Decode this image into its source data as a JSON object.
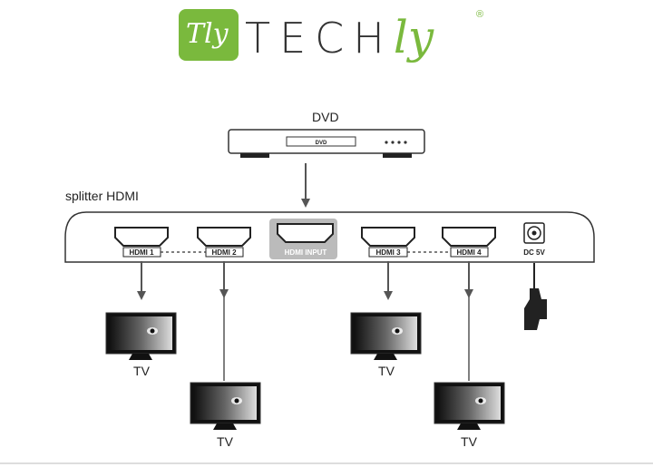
{
  "logo": {
    "mark_text": "Tly",
    "wordmark_main": "TECH",
    "wordmark_accent": "ly",
    "registered": "®",
    "brand_green": "#7ab93d"
  },
  "diagram": {
    "source_label": "DVD",
    "source_panel_text": "DVD",
    "splitter_label": "splitter HDMI",
    "ports": [
      "HDMI 1",
      "HDMI 2",
      "HDMI INPUT",
      "HDMI 3",
      "HDMI 4"
    ],
    "power_label": "DC 5V",
    "tv_label": "TV"
  }
}
